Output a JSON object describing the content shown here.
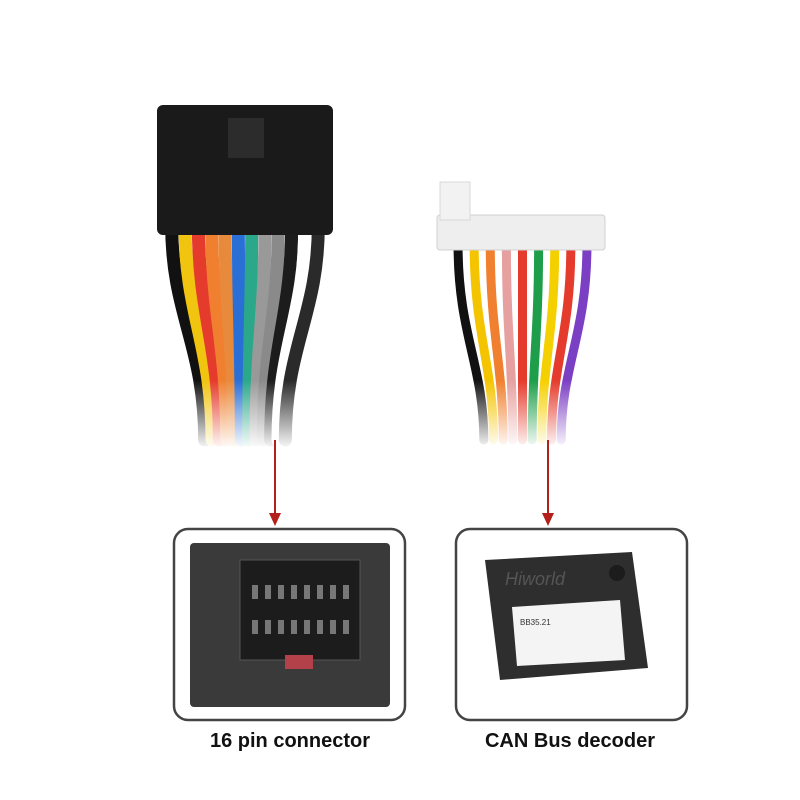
{
  "captions": {
    "left": "16 pin connector",
    "right": "CAN Bus decoder"
  },
  "decoder_logo": "Hiworld",
  "decoder_label_model": "BB35.21",
  "colors": {
    "arrow": "#b3201c",
    "frame_border": "#444444",
    "connector_black": "#1a1a1a",
    "connector_white": "#eeeeee"
  },
  "left_wire_colors": [
    "#111111",
    "#f1c40f",
    "#e53b2c",
    "#f08030",
    "#e88a3c",
    "#2a6fd6",
    "#2aa889",
    "#999999",
    "#8a8a8a",
    "#1c1c1c",
    "#ffffff",
    "#2a2a2a"
  ],
  "right_wire_colors": [
    "#111111",
    "#f5c400",
    "#f08030",
    "#e7a0a0",
    "#e53b2c",
    "#1e9e4a",
    "#f5d000",
    "#e53b2c",
    "#7b3fc4"
  ]
}
